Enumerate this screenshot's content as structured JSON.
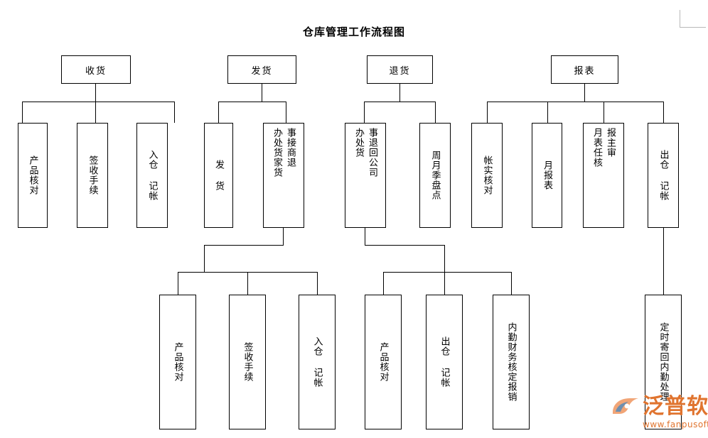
{
  "document": {
    "title": "仓库管理工作流程图"
  },
  "watermark": {
    "brand": "泛普软件",
    "url": "www.fanpusoft.com",
    "logo_icon": "fanpu-logo-icon",
    "color": "#e0742f"
  },
  "colors": {
    "line": "#000000",
    "box_border": "#000000",
    "background": "#ffffff",
    "text": "#000000",
    "margin_guide": "#b9b9b9"
  },
  "flowchart": {
    "type": "tree-diagram",
    "orientation": "top-down",
    "text_direction": "vertical-rl",
    "groups": [
      {
        "id": "receiving",
        "root": {
          "label": "收货"
        },
        "children": [
          {
            "label": "产品核对",
            "columns": [
              "产品核对"
            ]
          },
          {
            "label": "签收手续",
            "columns": [
              "签收手续"
            ]
          },
          {
            "label": "入仓 记帐",
            "columns": [
              "入仓 记帐"
            ]
          }
        ]
      },
      {
        "id": "shipping",
        "root": {
          "label": "发货"
        },
        "children": [
          {
            "label": "发 货",
            "columns": [
              "发 货"
            ]
          },
          {
            "label": "接事商家退货办处货",
            "columns": [
              "事接商退",
              "办处货家货"
            ],
            "has_subtree": true
          }
        ]
      },
      {
        "id": "returns",
        "root": {
          "label": "退货"
        },
        "children": [
          {
            "label": "事退回公司办处货",
            "columns": [
              "事退回公司",
              "办处货"
            ],
            "has_subtree": true
          },
          {
            "label": "周月季盘点",
            "columns": [
              "周月季盘点"
            ]
          }
        ]
      },
      {
        "id": "reports",
        "root": {
          "label": "报表"
        },
        "children": [
          {
            "label": "帐实核对",
            "columns": [
              "帐实核对"
            ]
          },
          {
            "label": "月报表",
            "columns": [
              "月报表"
            ]
          },
          {
            "label": "报主审月表任核",
            "columns": [
              "报主审",
              "月表任核"
            ]
          },
          {
            "label": "出仓 记帐",
            "columns": [
              "出仓 记帐"
            ],
            "has_child": true
          }
        ]
      }
    ],
    "subtree_left": {
      "parent": "接事商家退货办处货",
      "children": [
        {
          "label": "产品核对",
          "columns": [
            "产品核对"
          ]
        },
        {
          "label": "签收手续",
          "columns": [
            "签收手续"
          ]
        },
        {
          "label": "入仓 记帐",
          "columns": [
            "入仓 记帐"
          ]
        }
      ]
    },
    "subtree_right": {
      "parent": "事退回公司办处货",
      "children": [
        {
          "label": "产品核对",
          "columns": [
            "产品核对"
          ]
        },
        {
          "label": "出仓 记帐",
          "columns": [
            "出仓 记帐"
          ]
        },
        {
          "label": "内勤财务核定报销",
          "columns": [
            "内勤财务核定报销"
          ]
        }
      ]
    },
    "tail_node": {
      "parent": "出仓 记帐",
      "label": "定时寄回内勤处理",
      "columns": [
        "定时寄回内勤处理"
      ]
    }
  }
}
